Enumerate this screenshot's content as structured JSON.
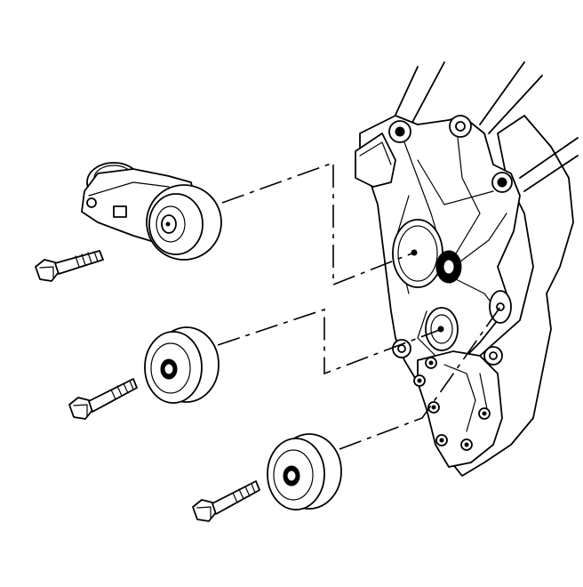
{
  "diagram": {
    "components": [
      {
        "id": "tensioner",
        "name": "belt-tensioner"
      },
      {
        "id": "idler-upper",
        "name": "idler-pulley"
      },
      {
        "id": "idler-lower",
        "name": "idler-pulley"
      },
      {
        "id": "bracket",
        "name": "accessory-bracket"
      }
    ],
    "fasteners": 3,
    "colors": {
      "line": "#000000",
      "background": "#ffffff"
    }
  }
}
